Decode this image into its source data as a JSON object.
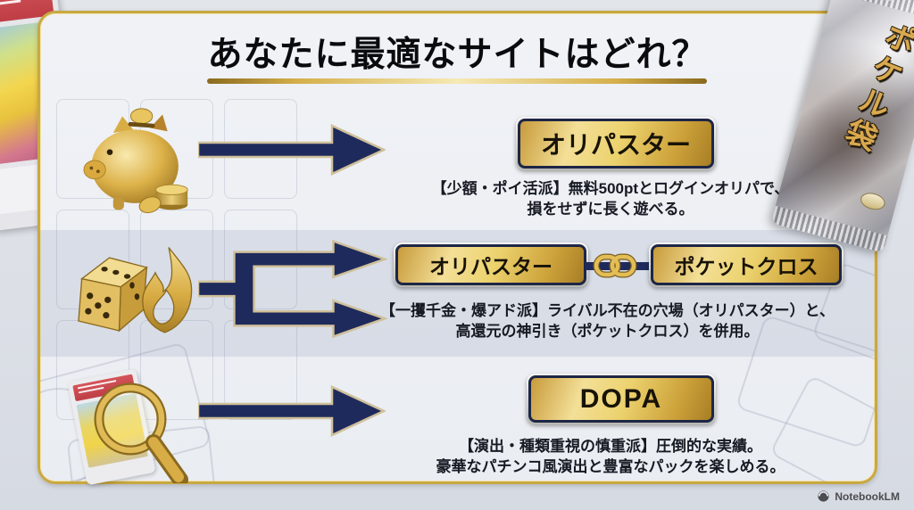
{
  "page": {
    "title": "あなたに最適なサイトはどれ？"
  },
  "rows": [
    {
      "icon": "piggy-bank-coins-icon",
      "buttons": [
        "オリパスター"
      ],
      "desc_line1": "【少額・ポイ活派】無料500ptとログインオリパで、",
      "desc_line2": "損をせずに長く遊べる。"
    },
    {
      "icon": "dice-and-flame-icon",
      "buttons": [
        "オリパスター",
        "ポケットクロス"
      ],
      "desc_line1": "【一攫千金・爆アド派】ライバル不在の穴場（オリパスター）と、",
      "desc_line2": "高還元の神引き（ポケットクロス）を併用。"
    },
    {
      "icon": "magnifier-graded-card-icon",
      "buttons": [
        "DOPA"
      ],
      "desc_line1": "【演出・種類重視の慎重派】圧倒的な実績。",
      "desc_line2": "豪華なパチンコ風演出と豊富なパックを楽しめる。"
    }
  ],
  "decorations": {
    "pack_label": "ポケル袋",
    "watermark": "NotebookLM"
  },
  "colors": {
    "background": "#dfe2e8",
    "panel": "#eef0f4",
    "navy_arrow": "#1f2a5c",
    "gold_border": "#c9a843",
    "gold_button_light": "#f3df97",
    "row_band": "#a8b3ca",
    "slab_label_red": "#c94b50",
    "text": "#171a23"
  }
}
